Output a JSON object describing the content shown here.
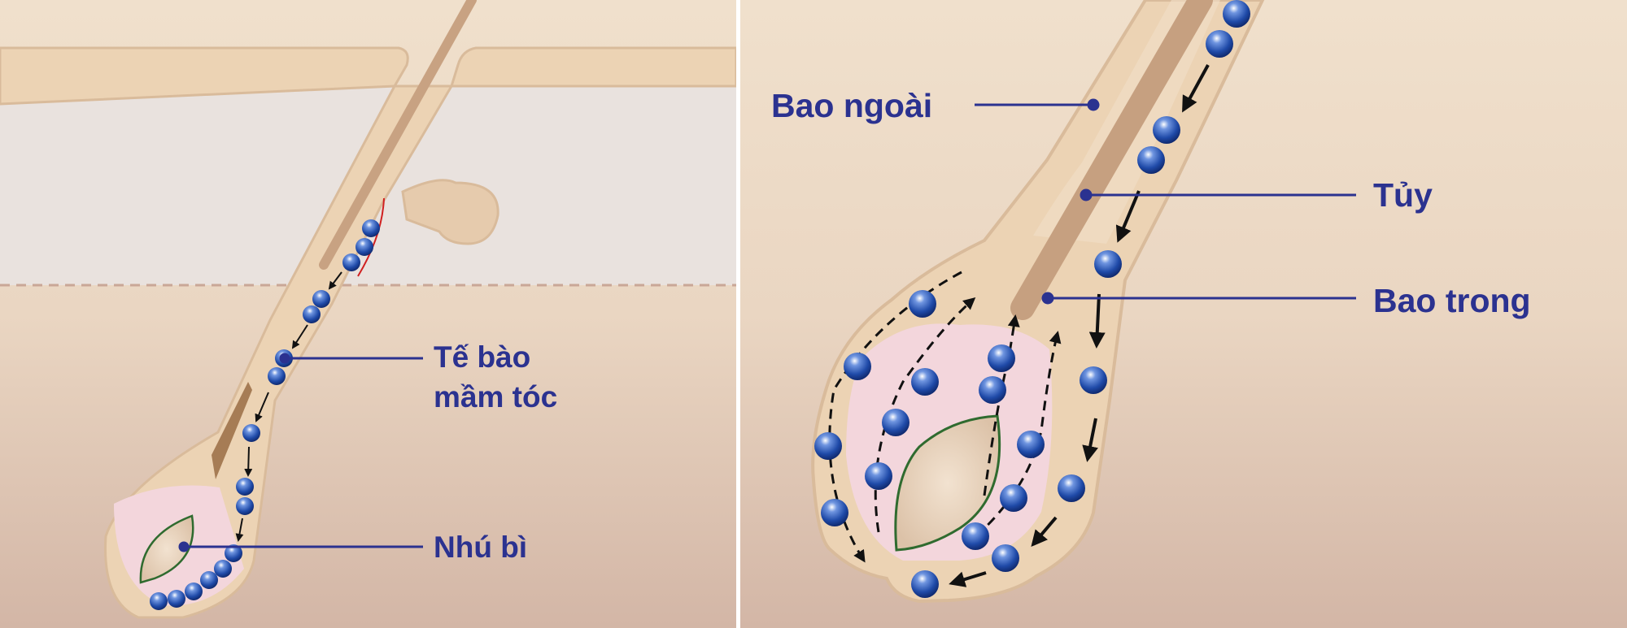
{
  "left_panel": {
    "labels": {
      "germ_cells_line1": "Tế bào",
      "germ_cells_line2": "mầm tóc",
      "dermal_papilla": "Nhú bì"
    }
  },
  "right_panel": {
    "labels": {
      "outer_sheath": "Bao ngoài",
      "medulla": "Tủy",
      "inner_sheath": "Bao trong"
    }
  },
  "colors": {
    "label_text": "#2b3290",
    "cell_blue": "#1f4aa8",
    "papilla_outline": "#2f6b2f",
    "pink_matrix": "#f3d6dc",
    "follicle_fill": "#ecd3b4",
    "background_top": "#f0e0cc",
    "background_bottom": "#d5b9a9"
  }
}
